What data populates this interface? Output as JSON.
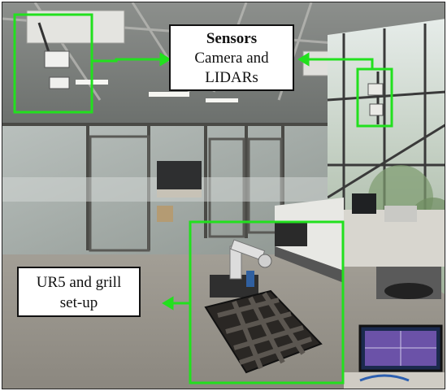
{
  "figure": {
    "sensors_label": {
      "title": "Sensors",
      "line1": "Camera and",
      "line2": "LIDARs"
    },
    "ur5_label": {
      "line1": "UR5 and grill",
      "line2": "set-up"
    },
    "highlight_color": "#22e01e"
  }
}
